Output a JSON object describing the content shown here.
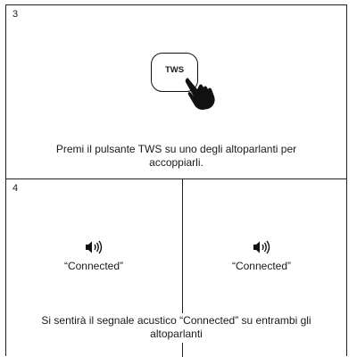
{
  "step3": {
    "number": "3",
    "button_label": "TWS",
    "caption_line1": "Premi il pulsante TWS su uno degli altoparlanti per",
    "caption_line2": "accoppiarli."
  },
  "step4": {
    "number": "4",
    "left_status": "“Connected”",
    "right_status": "“Connected”",
    "caption_line1": "Si sentirà il segnale acustico “Connected” su entrambi gli",
    "caption_line2": "altoparlanti"
  },
  "icons": {
    "hand": "pointing-hand-icon",
    "speaker": "speaker-sound-icon"
  }
}
